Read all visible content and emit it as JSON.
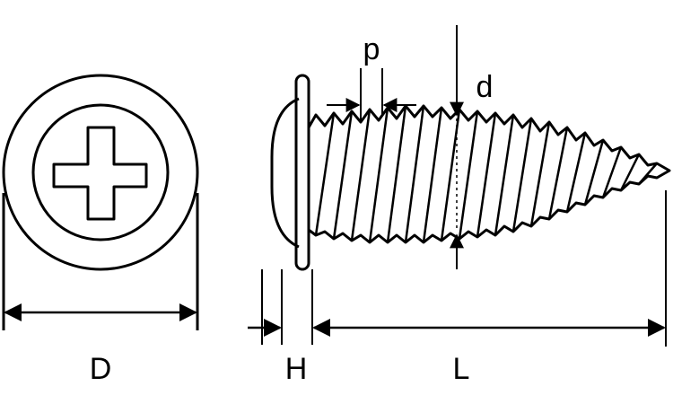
{
  "labels": {
    "diameter": "D",
    "head_height": "H",
    "length": "L",
    "pitch": "p",
    "thread_diameter": "d"
  },
  "colors": {
    "ink": "#000000",
    "background": "#ffffff"
  },
  "icons": {
    "top_view": "phillips-head-top-view",
    "side_view": "wafer-head-self-tapping-screw"
  }
}
